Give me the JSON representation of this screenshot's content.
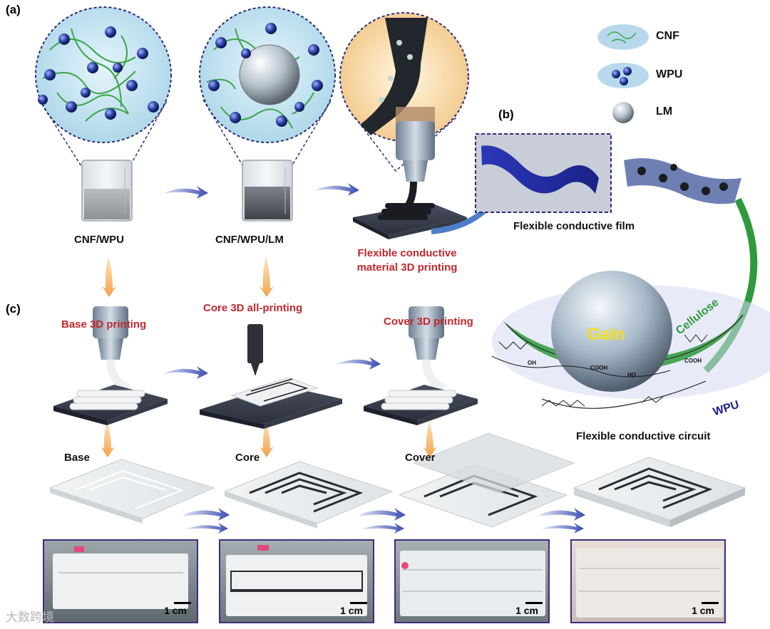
{
  "panels": {
    "a": "(a)",
    "b": "(b)",
    "c": "(c)"
  },
  "legend": [
    {
      "label": "CNF",
      "icon": "cnf-fiber-icon"
    },
    {
      "label": "WPU",
      "icon": "wpu-particle-icon"
    },
    {
      "label": "LM",
      "icon": "liquid-metal-sphere-icon"
    }
  ],
  "beakers": {
    "first": "CNF/WPU",
    "second": "CNF/WPU/LM"
  },
  "printing": {
    "line1": "Flexible conductive",
    "line2": "material 3D printing"
  },
  "film_label": "Flexible conductive film",
  "molecule": {
    "core": "GaIn",
    "strand": "Cellulose",
    "polymer": "WPU",
    "cooh": "COOH",
    "ho": "HO",
    "oh": "OH"
  },
  "circuit_label": "Flexible conductive circuit",
  "steps": {
    "base": "Base 3D printing",
    "core": "Core 3D all-printing",
    "cover": "Cover 3D printing"
  },
  "layers": {
    "base": "Base",
    "core": "Core",
    "cover": "Cover"
  },
  "scale_bar": "1 cm",
  "watermark": "大数跨境",
  "colors": {
    "accent_red": "#c0282d",
    "frame_blue": "#3c2f7a",
    "cellulose_green": "#2e9a3c",
    "wpu_navy": "#1c1f8a"
  }
}
